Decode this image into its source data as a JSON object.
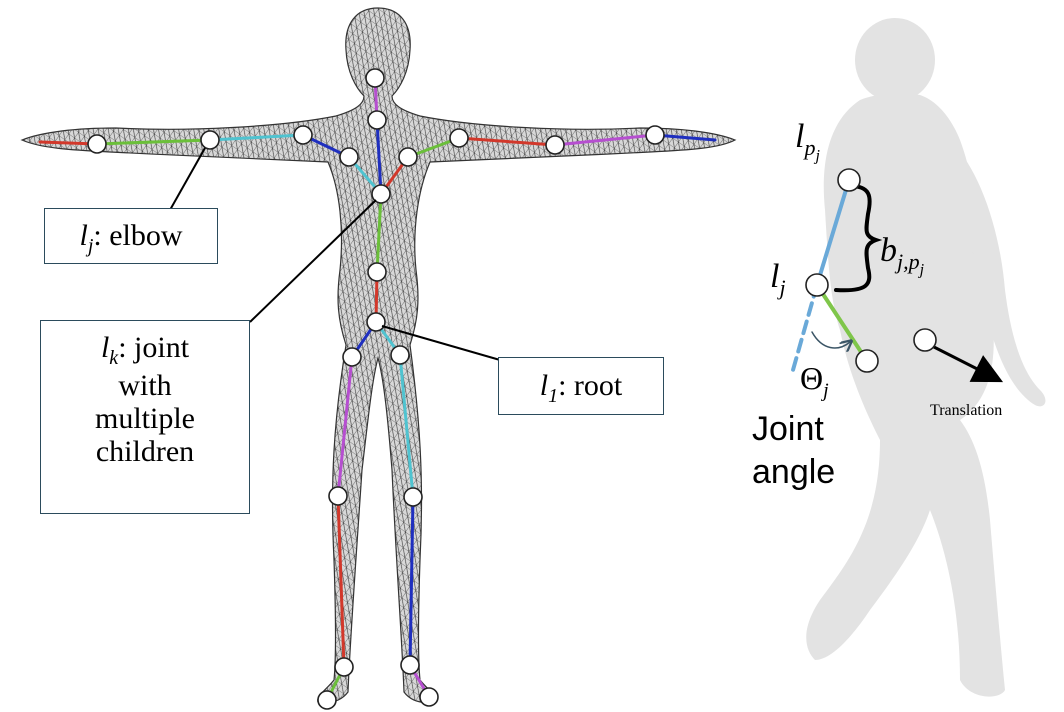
{
  "left_figure": {
    "callouts": {
      "elbow": {
        "symbol": "l",
        "subscript": "j",
        "text": ": elbow"
      },
      "joint_multi": {
        "symbol": "l",
        "subscript": "k",
        "line1": ": joint",
        "line2": "with",
        "line3": "multiple",
        "line4": "children"
      },
      "root": {
        "symbol": "l",
        "subscript": "1",
        "text": ": root"
      }
    },
    "bone_colors": {
      "green": "#6bbf3a",
      "cyan": "#4fc3d0",
      "blue": "#1f2fbf",
      "red": "#d2382b",
      "magenta": "#b64fd0",
      "dark": "#1a1a1a"
    }
  },
  "right_figure": {
    "labels": {
      "parent_joint": {
        "symbol": "l",
        "subscript": "p",
        "subsub": "j"
      },
      "joint": {
        "symbol": "l",
        "subscript": "j"
      },
      "bone": {
        "symbol": "b",
        "subscript": "j,p",
        "subsub": "j"
      },
      "angle": {
        "symbol": "Θ",
        "subscript": "j"
      },
      "joint_angle": {
        "line1": "Joint",
        "line2": "angle"
      },
      "translation": "Translation"
    },
    "colors": {
      "bone_upper": "#6aa9d8",
      "bone_lower": "#7fc64a",
      "silhouette": "#e3e3e3"
    }
  }
}
